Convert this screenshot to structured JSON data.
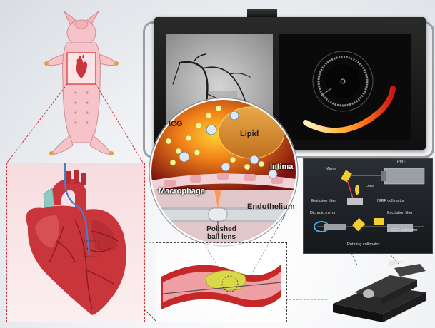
{
  "molecular_labels": {
    "icg": "ICG",
    "lipid": "Lipid",
    "intima": "Intima",
    "macrophage": "Macrophage",
    "endothelium": "Endothelium",
    "polished_ball_lens": "Polished ball lens"
  },
  "optics_labels": {
    "pmt": "PMT",
    "mirror": "Mirror",
    "lens": "Lens",
    "emission_filter": "Emission filter",
    "nirf_collimator": "NIRF collimator",
    "dichroic_mirror": "Dichroic mirror",
    "excitation_filter": "Excitation filter",
    "oct_collimator": "OCT collimator",
    "rotating_collimator": "Rotating collimator"
  },
  "colors": {
    "pig": "#f6c4c8",
    "heart": "#c8363c",
    "artery_wall": "#c62828",
    "plaque": "#d8d84a",
    "monitor": "#1b1b1b",
    "optics_panel": "#1e2226"
  }
}
